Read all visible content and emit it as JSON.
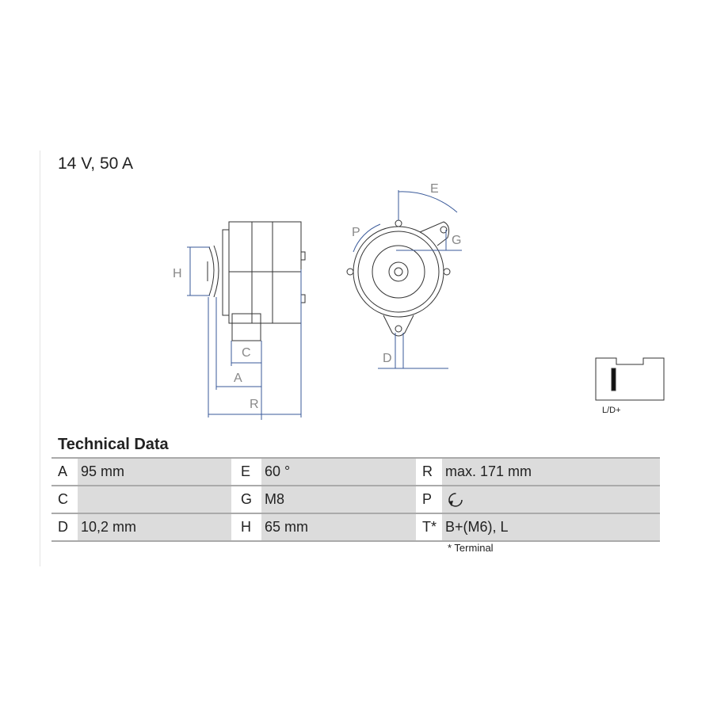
{
  "title": "14 V, 50 A",
  "technical_data": {
    "heading": "Technical Data",
    "rows": [
      [
        {
          "k": "A",
          "v": "95 mm"
        },
        {
          "k": "E",
          "v": "60 °"
        },
        {
          "k": "R",
          "v": "max. 171 mm"
        }
      ],
      [
        {
          "k": "C",
          "v": ""
        },
        {
          "k": "G",
          "v": "M8"
        },
        {
          "k": "P",
          "v": ""
        }
      ],
      [
        {
          "k": "D",
          "v": "10,2 mm"
        },
        {
          "k": "H",
          "v": "65 mm"
        },
        {
          "k": "T*",
          "v": "B+(M6), L"
        }
      ]
    ],
    "footnote": "* Terminal"
  },
  "diagram": {
    "labels": {
      "H": "H",
      "C": "C",
      "A": "A",
      "R": "R",
      "E": "E",
      "P": "P",
      "G": "G",
      "D": "D"
    },
    "connector_label": "L/D+"
  },
  "colors": {
    "dim": "#3a5a9a",
    "cell": "#dcdcdc"
  }
}
